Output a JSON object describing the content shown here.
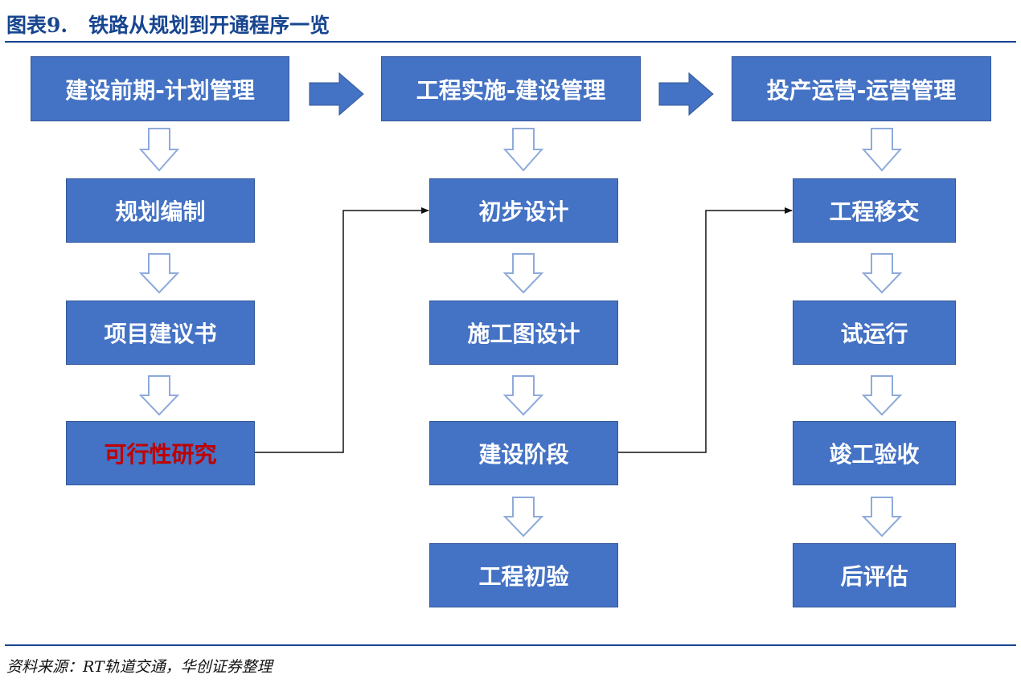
{
  "title": {
    "figure_no": "图表9.",
    "text": "铁路从规划到开通程序一览"
  },
  "source": "资料来源：RT轨道交通，华创证券整理",
  "colors": {
    "title_blue": "#17458f",
    "box_fill": "#4472c4",
    "box_text": "#ffffff",
    "highlight_text": "#c00000"
  },
  "columns": [
    {
      "header": "建设前期-计划管理",
      "steps": [
        {
          "label": "规划编制"
        },
        {
          "label": "项目建议书"
        },
        {
          "label": "可行性研究",
          "highlight": true
        }
      ]
    },
    {
      "header": "工程实施-建设管理",
      "steps": [
        {
          "label": "初步设计"
        },
        {
          "label": "施工图设计"
        },
        {
          "label": "建设阶段"
        },
        {
          "label": "工程初验"
        }
      ]
    },
    {
      "header": "投产运营-运营管理",
      "steps": [
        {
          "label": "工程移交"
        },
        {
          "label": "试运行"
        },
        {
          "label": "竣工验收"
        },
        {
          "label": "后评估"
        }
      ]
    }
  ]
}
